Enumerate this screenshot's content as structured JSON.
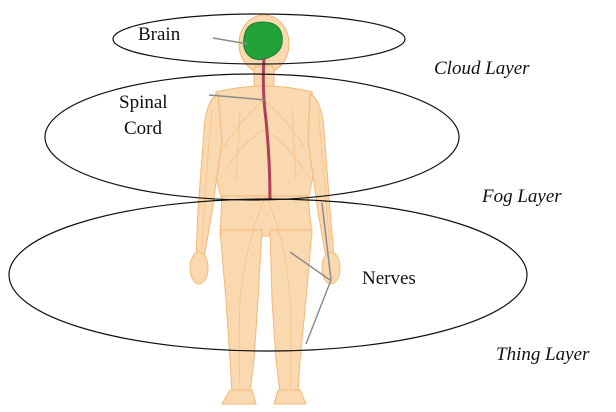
{
  "organs": {
    "brain": "Brain",
    "spinal_cord_line1": "Spinal",
    "spinal_cord_line2": "Cord",
    "nerves": "Nerves"
  },
  "layers": {
    "cloud": "Cloud Layer",
    "fog": "Fog Layer",
    "thing": "Thing Layer"
  },
  "colors": {
    "body": "#fad9b0",
    "body_outline": "#f3b877",
    "brain": "#22a33a",
    "spinal_cord": "#b0405a",
    "ellipse_stroke": "#111111",
    "pointer_line": "#8c8c8c"
  }
}
